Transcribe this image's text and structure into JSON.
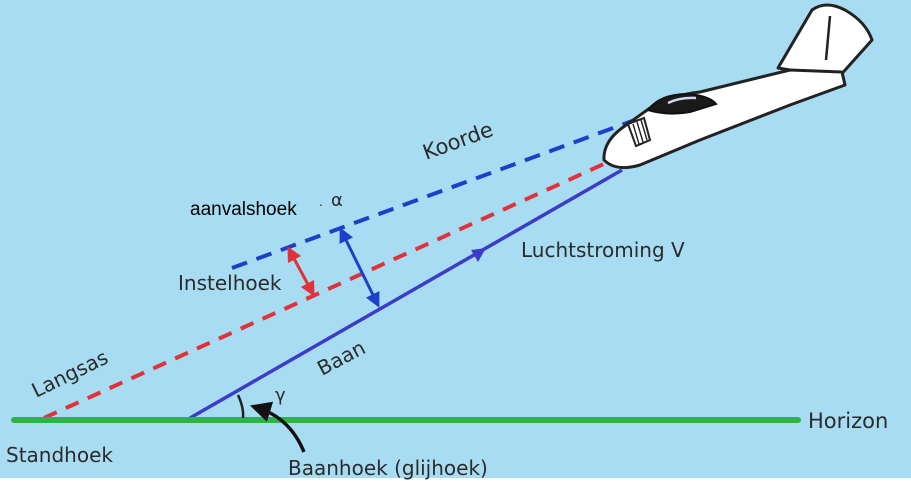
{
  "diagram": {
    "labels": {
      "koorde": "Koorde",
      "aanvalshoek": "aanvalshoek",
      "alpha": "α",
      "instelhoek": "Instelhoek",
      "luchtstroming": "Luchtstroming V",
      "langsas": "Langsas",
      "baan": "Baan",
      "gamma": "γ",
      "horizon": "Horizon",
      "standhoek": "Standhoek",
      "baanhoek": "Baanhoek (glijhoek)"
    },
    "colors": {
      "sky": "#a7dcf2",
      "horizon": "#2fb24a",
      "chord": "#1f3fc8",
      "longitudinal": "#e0323a",
      "path": "#3c3cc8",
      "aircraft_outline": "#222222"
    }
  }
}
